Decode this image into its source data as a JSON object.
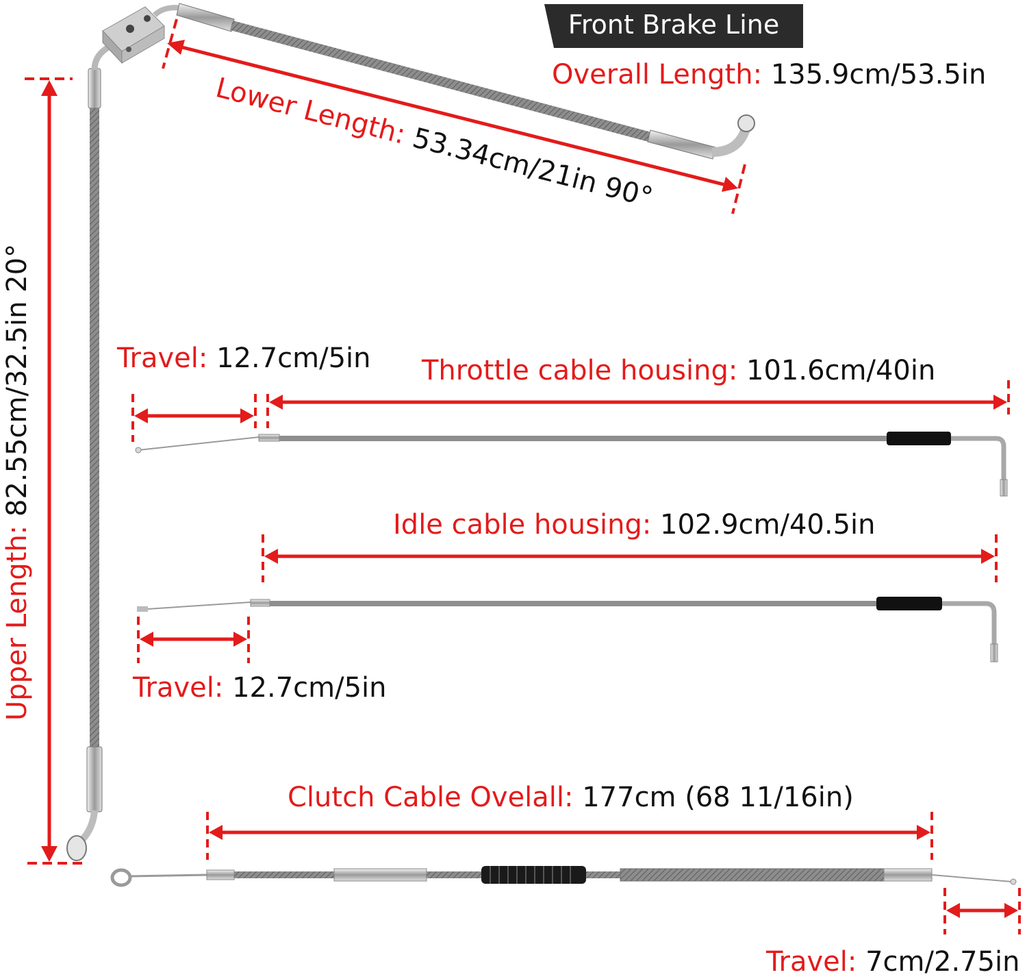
{
  "title": "Front Brake Line",
  "overall": {
    "label": "Overall Length:",
    "value": "135.9cm/53.5in"
  },
  "lower": {
    "label": "Lower Length:",
    "value": "53.34cm/21in 90°"
  },
  "upper": {
    "label": "Upper Length:",
    "value": "82.55cm/32.5in 20°"
  },
  "throttle": {
    "travel_label": "Travel:",
    "travel_value": "12.7cm/5in",
    "housing_label": "Throttle cable housing:",
    "housing_value": "101.6cm/40in"
  },
  "idle": {
    "housing_label": "Idle cable housing:",
    "housing_value": "102.9cm/40.5in",
    "travel_label": "Travel:",
    "travel_value": "12.7cm/5in"
  },
  "clutch": {
    "overall_label": "Clutch Cable Ovelall:",
    "overall_value": "177cm (68 11/16in)",
    "travel_label": "Travel:",
    "travel_value": "7cm/2.75in"
  },
  "colors": {
    "accent": "#e31b1b",
    "banner": "#2b2b2b",
    "text": "#111111",
    "cable": "#8a8a8a",
    "sleeve": "#111111"
  }
}
